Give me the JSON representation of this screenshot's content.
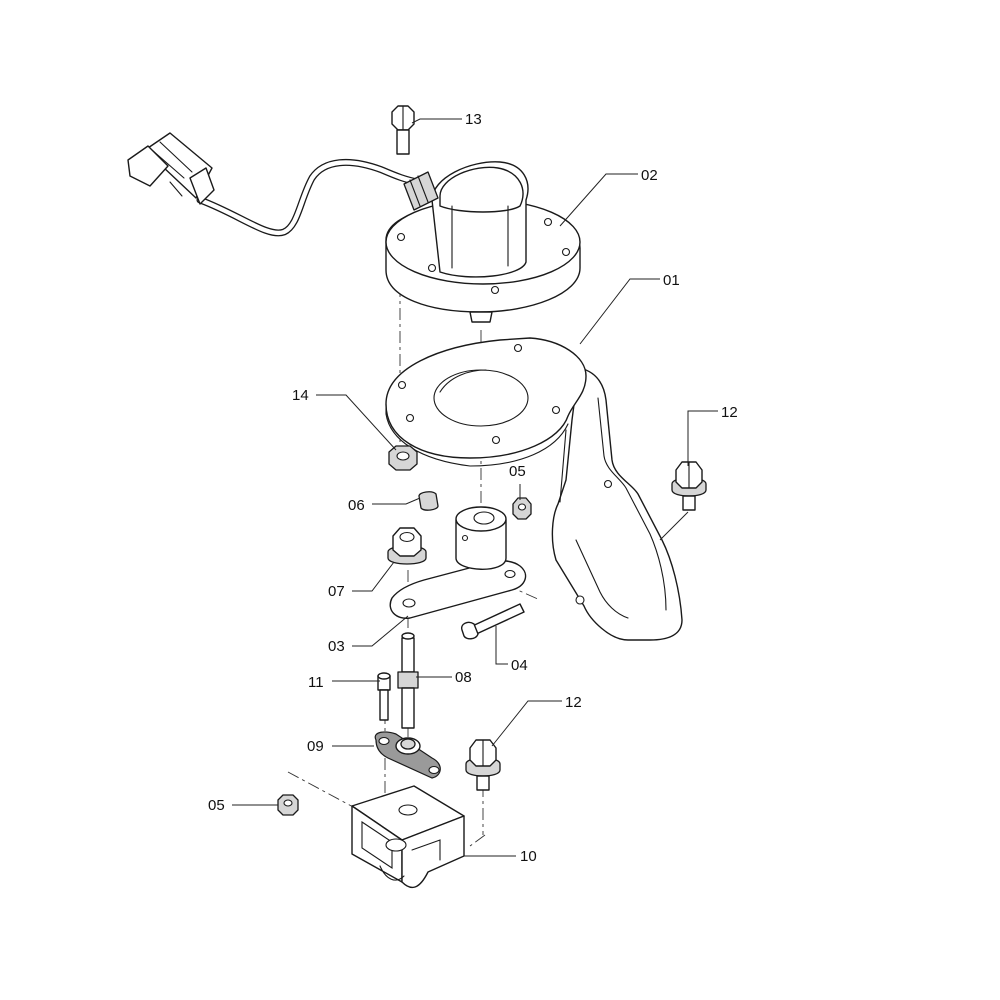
{
  "callouts": [
    {
      "id": "c13",
      "label": "13"
    },
    {
      "id": "c02",
      "label": "02"
    },
    {
      "id": "c01",
      "label": "01"
    },
    {
      "id": "c14",
      "label": "14"
    },
    {
      "id": "c12a",
      "label": "12"
    },
    {
      "id": "c05a",
      "label": "05"
    },
    {
      "id": "c06",
      "label": "06"
    },
    {
      "id": "c07",
      "label": "07"
    },
    {
      "id": "c03",
      "label": "03"
    },
    {
      "id": "c04",
      "label": "04"
    },
    {
      "id": "c11",
      "label": "11"
    },
    {
      "id": "c08",
      "label": "08"
    },
    {
      "id": "c12b",
      "label": "12"
    },
    {
      "id": "c09",
      "label": "09"
    },
    {
      "id": "c05b",
      "label": "05"
    },
    {
      "id": "c10",
      "label": "10"
    }
  ]
}
